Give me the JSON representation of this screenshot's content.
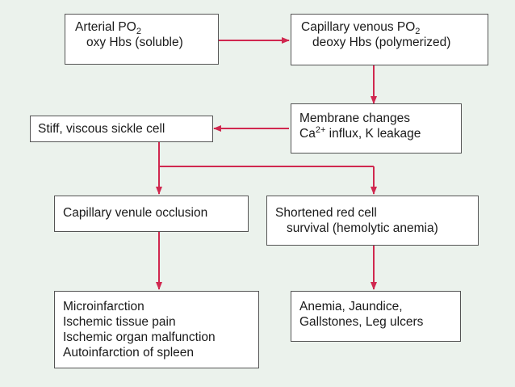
{
  "colors": {
    "arrow": "#d0284f",
    "background": "#ebf2ec",
    "box_border": "#555555"
  },
  "boxes": {
    "arterial": {
      "line1_main": "Arterial PO",
      "line1_sub": "2",
      "line2": "oxy Hbs (soluble)"
    },
    "capillary": {
      "line1_main": "Capillary venous PO",
      "line1_sub": "2",
      "line2": "deoxy Hbs (polymerized)"
    },
    "membrane": {
      "line1": "Membrane changes",
      "line2_pre": "Ca",
      "line2_sup": "2+",
      "line2_post": " influx, K leakage"
    },
    "sickle": {
      "line1": "Stiff, viscous sickle cell"
    },
    "occlusion": {
      "line1": "Capillary venule occlusion"
    },
    "survival": {
      "line1": "Shortened red cell",
      "line2": "survival (hemolytic anemia)"
    },
    "micro": {
      "line1": "Microinfarction",
      "line2": "Ischemic tissue pain",
      "line3": "Ischemic organ malfunction",
      "line4": "Autoinfarction of spleen"
    },
    "anemia": {
      "line1": "Anemia, Jaundice,",
      "line2": "Gallstones, Leg ulcers"
    }
  }
}
